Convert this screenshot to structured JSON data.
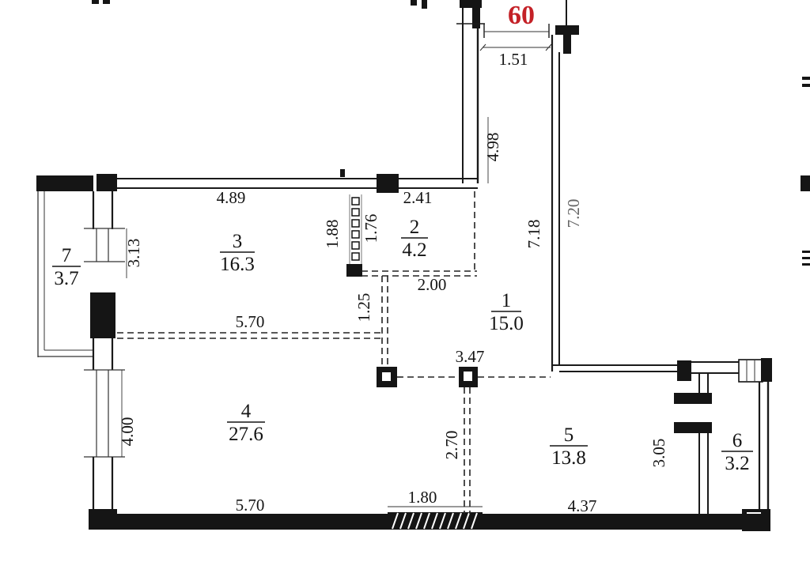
{
  "apartment_number": "60",
  "colors": {
    "apartment_number": "#c42127",
    "ink": "#141414"
  },
  "rooms": [
    {
      "number": "1",
      "area": "15.0"
    },
    {
      "number": "2",
      "area": "4.2"
    },
    {
      "number": "3",
      "area": "16.3"
    },
    {
      "number": "4",
      "area": "27.6"
    },
    {
      "number": "5",
      "area": "13.8"
    },
    {
      "number": "6",
      "area": "3.2"
    },
    {
      "number": "7",
      "area": "3.7"
    }
  ],
  "dimensions": {
    "entry_door": "1.51",
    "stairwell_wall": "4.98",
    "hall_depth": "7.18",
    "right_wall": "7.20",
    "top_wall_a": "4.89",
    "top_wall_b": "2.41",
    "partition_a": "1.88",
    "partition_b": "1.76",
    "left_window_top": "3.13",
    "room2_width": "2.00",
    "partition_c": "1.25",
    "room3_width": "5.70",
    "hall_span": "3.47",
    "left_window_bottom": "4.00",
    "room45_divider": "2.70",
    "room5_side": "3.05",
    "bottom_a": "5.70",
    "bottom_door": "1.80",
    "bottom_b": "4.37"
  }
}
